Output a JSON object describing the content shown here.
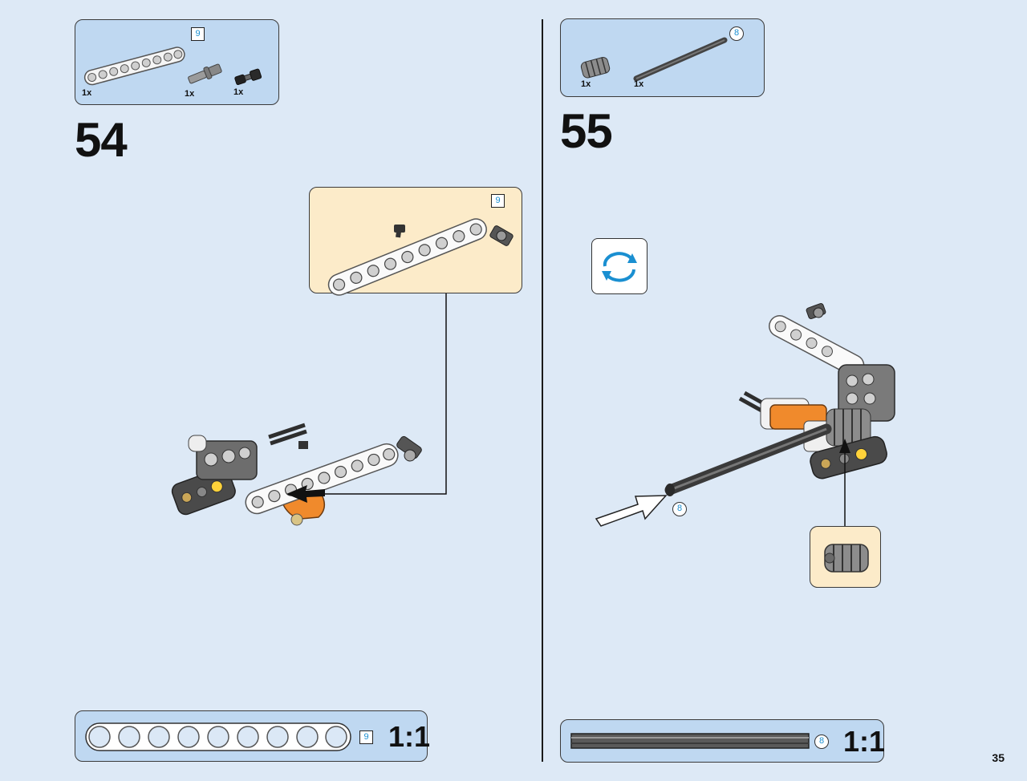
{
  "page_number": "35",
  "step54": {
    "number": "54",
    "parts": [
      {
        "name": "beam-9",
        "qty": "1x"
      },
      {
        "name": "axle-pin-with-friction",
        "qty": "1x"
      },
      {
        "name": "pin-with-bush",
        "qty": "1x"
      }
    ],
    "parts_badge": "9",
    "subassembly_badge": "9",
    "scale_badge": "9",
    "scale_label": "1:1"
  },
  "step55": {
    "number": "55",
    "parts": [
      {
        "name": "worm-gear",
        "qty": "1x"
      },
      {
        "name": "axle-8",
        "qty": "1x"
      }
    ],
    "parts_badge": "8",
    "axle_callout_badge": "8",
    "scale_badge": "8",
    "scale_label": "1:1",
    "rotate_icon": "rotate-model-icon"
  },
  "colors": {
    "background": "#dde9f6",
    "parts_panel": "#bfd8f1",
    "subassembly_panel": "#fcebc9",
    "badge_text": "#1a8fd1",
    "orange_part": "#f08a2c"
  }
}
